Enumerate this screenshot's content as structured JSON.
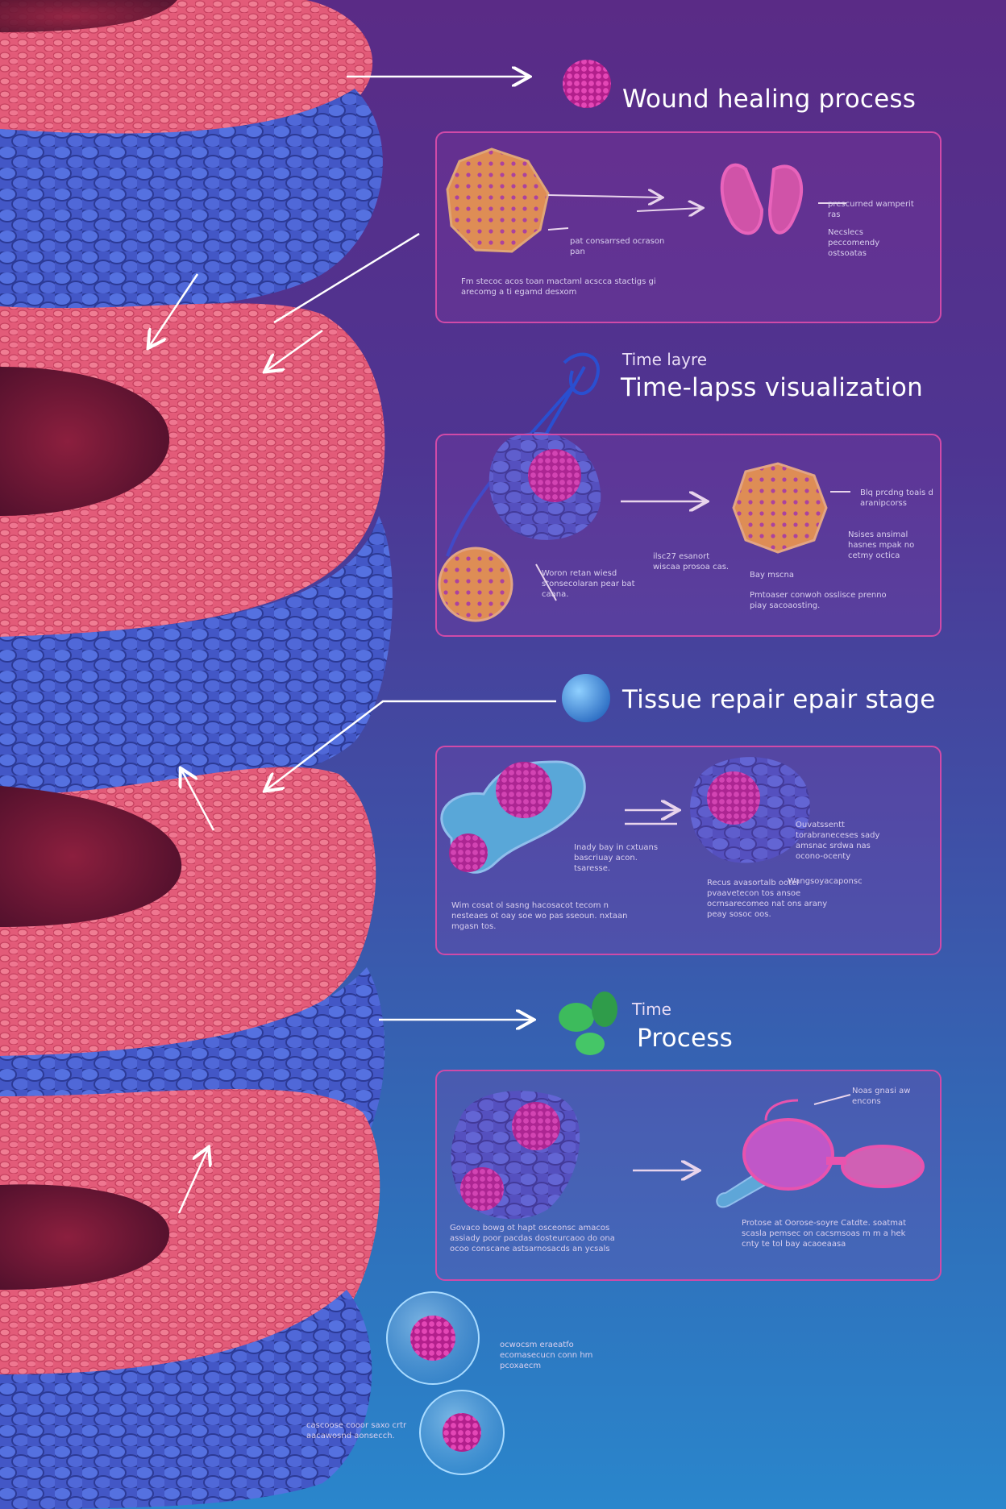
{
  "sections": [
    {
      "heading": "Wound healing process",
      "captions": [
        "pat consarrsed ocrason pan",
        "Fm stecoc acos toan mactaml acscca stactigs gi arecomg a ti egamd desxom",
        "prescurned wamperit ras",
        "Necslecs peccomendy ostsoatas"
      ]
    },
    {
      "subheading": "Time layre",
      "heading": "Time-lapss visualization",
      "captions": [
        "Woron retan wiesd stonsecolaran pear bat caana.",
        "ilsc27 esanort wiscaa prosoa cas.",
        "Bay mscna",
        "Blq prcdng toais d aranipcorss",
        "Nsises ansimal hasnes mpak no cetmy octica",
        "Pmtoaser conwoh osslisce prenno piay sacoaosting."
      ]
    },
    {
      "heading": "Tissue repair epair stage",
      "captions": [
        "Inady bay in cxtuans bascriuay acon. tsaresse.",
        "Wim cosat ol sasng hacosacot tecom n nesteaes ot oay soe wo pas sseoun. nxtaan mgasn tos.",
        "Ouvatssentt torabraneceses sady amsnac srdwa nas ocono-ocenty",
        "Recus avasortalb ootel pvaavetecon tos ansoe ocrnsarecomeo nat ons arany peay sosoc oos.",
        "Wangsoyacaponsc"
      ]
    },
    {
      "subheading": "Time",
      "heading": "Process",
      "captions": [
        "Govaco bowg ot hapt osceonsc amacos assiady poor pacdas dosteurcaoo do ona ocoo conscane astsarnosacds an ycsals",
        "Protose at Oorose-soyre Catdte. soatmat scasla pemsec on cacsmsoas m m a hek cnty te tol bay acaoeaasa",
        "Noas gnasi aw encons"
      ]
    }
  ],
  "bottom_captions": [
    "ocwocsm eraeatfo ecomasecucn conn hm pcoxaecm",
    "cascoose cooor saxo crtr aacawosnd aonsecch."
  ],
  "palette": {
    "background_top": "#5a2b86",
    "background_bottom": "#2a86cc",
    "tissue_pink": "#e85a78",
    "tissue_blue": "#4058c8",
    "panel_border": "#d04aa8",
    "cell_orange": "#f2a03c",
    "cell_magenta": "#d02ea0"
  },
  "icons": [
    "pink-cell-cluster-icon",
    "blue-fiber-cell-icon",
    "blue-sphere-icon",
    "green-leaf-cells-icon",
    "arrow-icon"
  ]
}
